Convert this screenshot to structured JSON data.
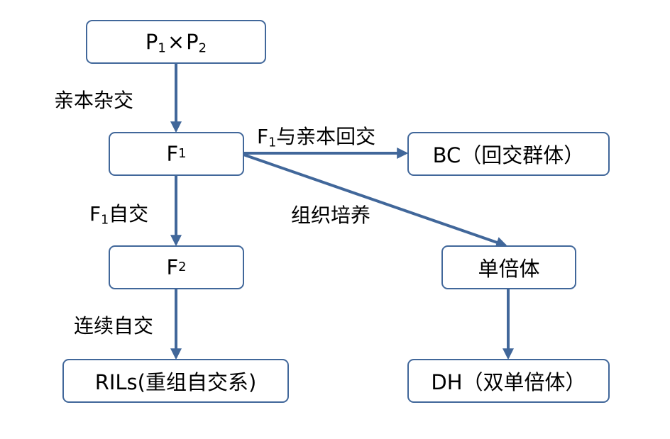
{
  "nodes": {
    "parents": {
      "p": "P",
      "s1": "1",
      "x": "×",
      "p2": "P",
      "s2": "2"
    },
    "f1": {
      "f": "F",
      "sub": "1"
    },
    "f2": {
      "f": "F",
      "sub": "2"
    },
    "bc": {
      "text": "BC（回交群体）"
    },
    "rils": {
      "text": "RILs(重组自交系)"
    },
    "haploid": {
      "text": "单倍体"
    },
    "dh": {
      "text": "DH（双单倍体）"
    }
  },
  "edge_labels": {
    "hybrid": "亲本杂交",
    "backcross": {
      "f": "F",
      "sub": "1",
      "rest": "与亲本回交"
    },
    "selfing": {
      "f": "F",
      "sub": "1",
      "rest": "自交"
    },
    "culture": "组织培养",
    "continuous": "连续自交"
  },
  "colors": {
    "stroke": "#41679a",
    "arrow": "#41679a"
  }
}
